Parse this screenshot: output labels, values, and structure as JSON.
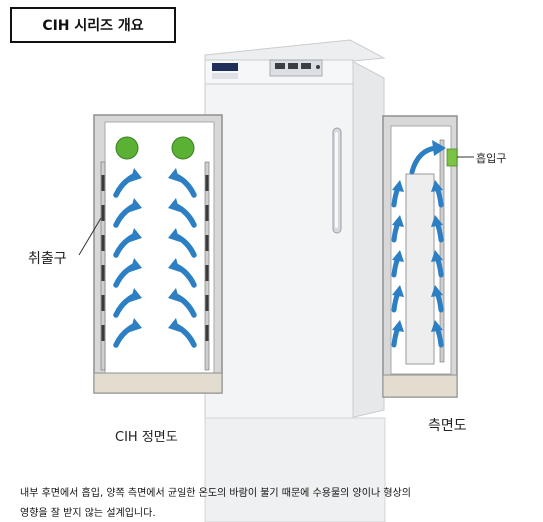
{
  "header": {
    "title": "CIH 시리즈 개요"
  },
  "labels": {
    "exhaust": "취출구",
    "intake": "흡입구",
    "front_view": "CIH 정면도",
    "side_view": "측면도"
  },
  "description": {
    "line1": "내부 후면에서 흡입, 양쪽 측면에서 균일한 온도의 바람이 불기 때문에 수용물의 양이나 형상의",
    "line2": "영향을 잘 받지 않는 설계입니다."
  },
  "colors": {
    "arrow": "#2d7fc4",
    "vent_green": "#5ab134",
    "intake_green": "#7cc245",
    "cabinet": "#f3f4f5",
    "cabinet_edge": "#c9ccd0",
    "panel_frame": "#d9d9d9",
    "panel_base": "#e3ddd0"
  },
  "icons": [
    "green-vent-circle",
    "airflow-arrow",
    "intake-port",
    "door-handle",
    "control-display"
  ]
}
